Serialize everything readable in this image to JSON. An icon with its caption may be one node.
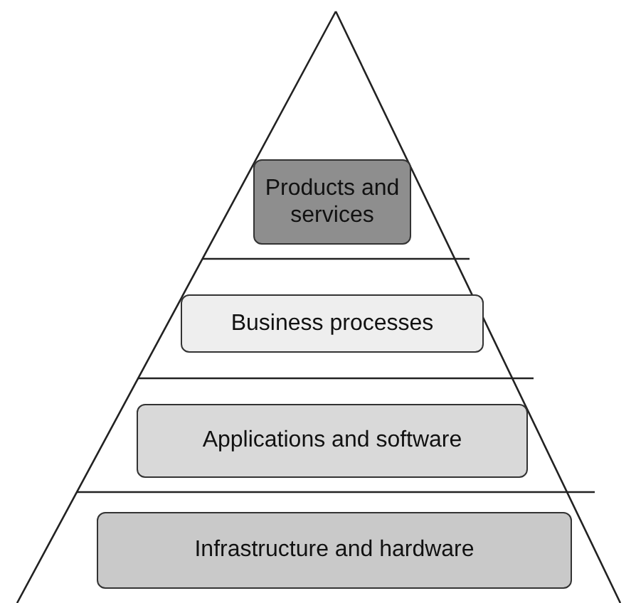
{
  "diagram": {
    "nodes": [
      {
        "text": [
          "Products and services"
        ]
      },
      {
        "text": [
          "Business processes"
        ]
      },
      {
        "text": [
          "Applications and software"
        ]
      },
      {
        "text": [
          "Infrastructure and hardware"
        ]
      }
    ]
  }
}
